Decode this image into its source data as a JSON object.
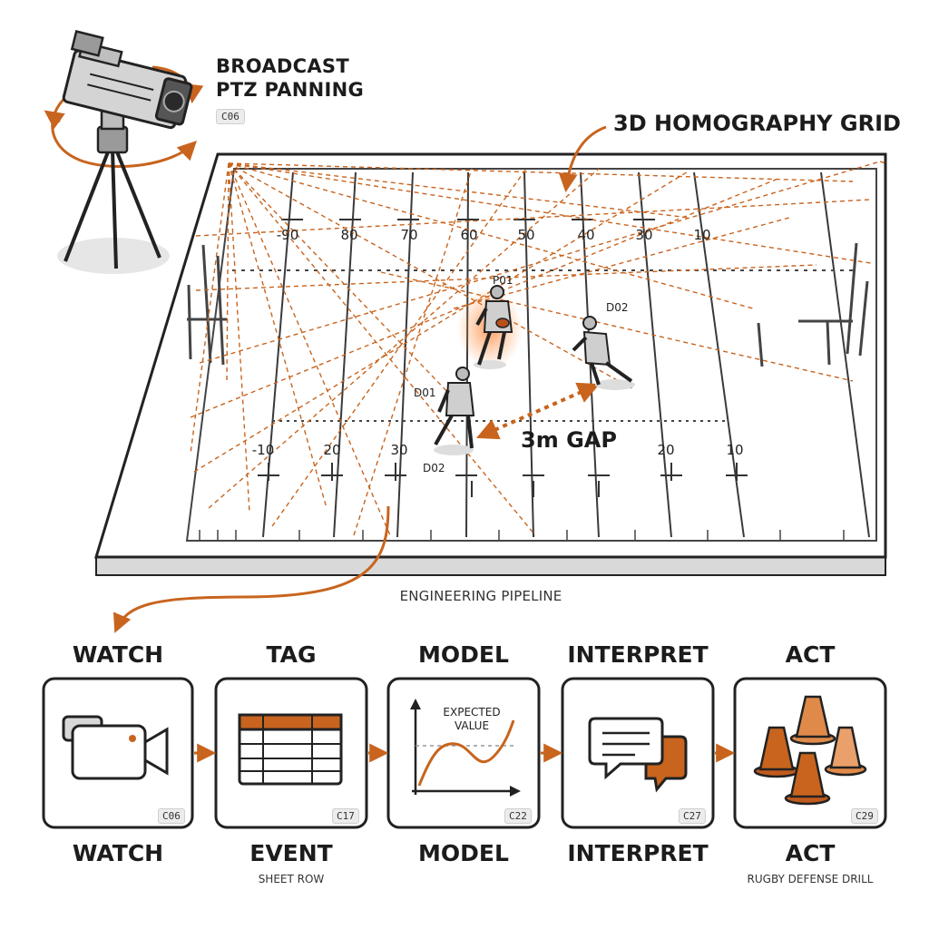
{
  "camera": {
    "title_line1": "BROADCAST",
    "title_line2": "PTZ PANNING",
    "code": "C06",
    "icon": "ptz-camera-icon"
  },
  "field": {
    "grid_title": "3D HOMOGRAPHY GRID",
    "top_yard_labels": [
      "-90",
      "80",
      "70",
      "60",
      "50",
      "40",
      "30",
      "10"
    ],
    "bottom_yard_labels": [
      "-10",
      "20",
      "30",
      "20",
      "10"
    ],
    "players": [
      {
        "label": "P01",
        "role": "ball-carrier"
      },
      {
        "label": "D02",
        "role": "defender"
      },
      {
        "label": "D01",
        "role": "defender"
      },
      {
        "label": "D02",
        "role": "defender"
      }
    ],
    "gap_label": "3m GAP",
    "accent_color": "#c8641e"
  },
  "pipeline": {
    "title": "ENGINEERING PIPELINE",
    "stages": [
      {
        "top": "WATCH",
        "bottom": "WATCH",
        "sub": "",
        "code": "C06",
        "icon": "video-camera-icon"
      },
      {
        "top": "TAG",
        "bottom": "EVENT",
        "sub": "SHEET ROW",
        "code": "C17",
        "icon": "spreadsheet-icon"
      },
      {
        "top": "MODEL",
        "bottom": "MODEL",
        "sub": "",
        "code": "C22",
        "icon": "curve-chart-icon",
        "chart_label": "EXPECTED VALUE"
      },
      {
        "top": "INTERPRET",
        "bottom": "INTERPRET",
        "sub": "",
        "code": "C27",
        "icon": "speech-bubbles-icon"
      },
      {
        "top": "ACT",
        "bottom": "ACT",
        "sub": "RUGBY DEFENSE DRILL",
        "code": "C29",
        "icon": "training-cones-icon"
      }
    ]
  }
}
